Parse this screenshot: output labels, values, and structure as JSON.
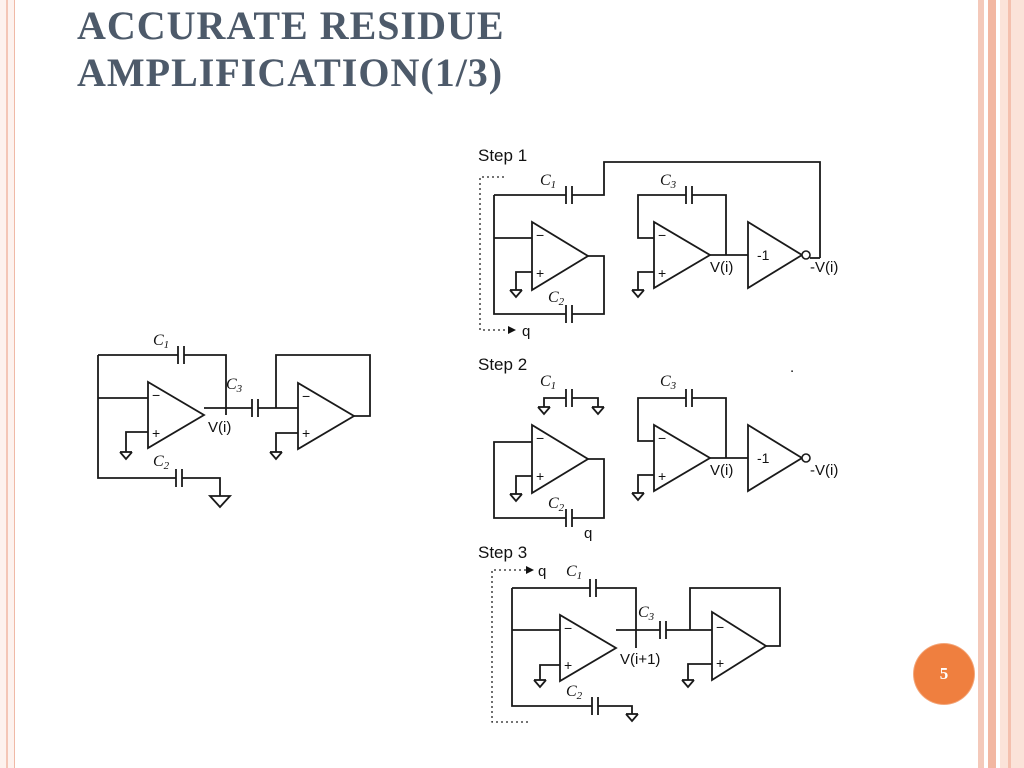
{
  "slide": {
    "title_line1": "ACCURATE  RESIDUE",
    "title_line2": "AMPLIFICATION(1/3)",
    "page_number": "5"
  },
  "left_circuit": {
    "c1": "C",
    "c1_sub": "1",
    "c2": "C",
    "c2_sub": "2",
    "c3": "C",
    "c3_sub": "3",
    "output_label": "V(i)"
  },
  "step1": {
    "label": "Step 1",
    "c1": "C",
    "c1_sub": "1",
    "c2": "C",
    "c2_sub": "2",
    "c3": "C",
    "c3_sub": "3",
    "out1": "V(i)",
    "inverter": "-1",
    "out2": "-V(i)",
    "q": "q"
  },
  "step2": {
    "label": "Step 2",
    "c1": "C",
    "c1_sub": "1",
    "c2": "C",
    "c2_sub": "2",
    "c3": "C",
    "c3_sub": "3",
    "out1": "V(i)",
    "inverter": "-1",
    "out2": "-V(i)",
    "q": "q"
  },
  "step3": {
    "label": "Step 3",
    "c1": "C",
    "c1_sub": "1",
    "c2": "C",
    "c2_sub": "2",
    "c3": "C",
    "c3_sub": "3",
    "out1": "V(i+1)",
    "q": "q"
  },
  "opamp_symbols": {
    "minus": "−",
    "plus": "+"
  }
}
